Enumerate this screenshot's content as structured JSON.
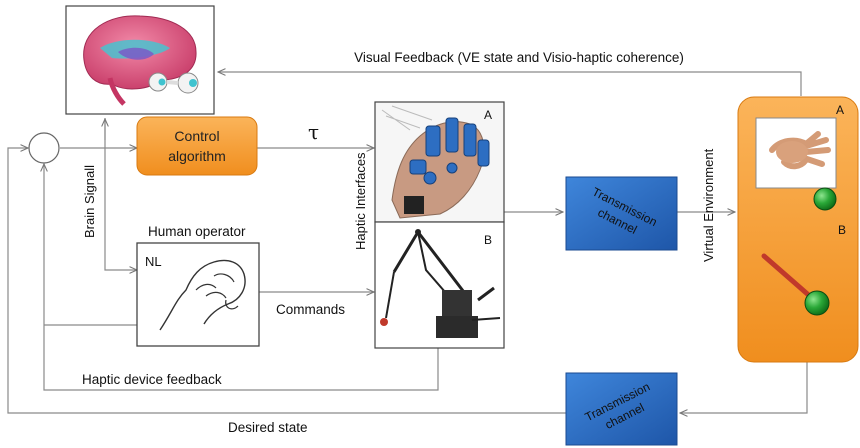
{
  "labels": {
    "visual_feedback": "Visual Feedback (VE state and Visio-haptic coherence)",
    "control_line1": "Control",
    "control_line2": "algorithm",
    "tau": "τ",
    "haptic_interfaces": "Haptic Interfaces",
    "brain_signal": "Brain Signall",
    "human_operator": "Human operator",
    "nl": "NL",
    "commands": "Commands",
    "haptic_device_feedback": "Haptic device feedback",
    "desired_state": "Desired state",
    "transmission_line1": "Transmission",
    "transmission_line2": "channel",
    "virtual_environment": "Virtual Environment",
    "label_a": "A",
    "label_b": "B"
  },
  "colors": {
    "orange": "#f7a13d",
    "blue": "#2f6fc4",
    "green": "#2aa838",
    "wire": "#8a8a8a"
  }
}
